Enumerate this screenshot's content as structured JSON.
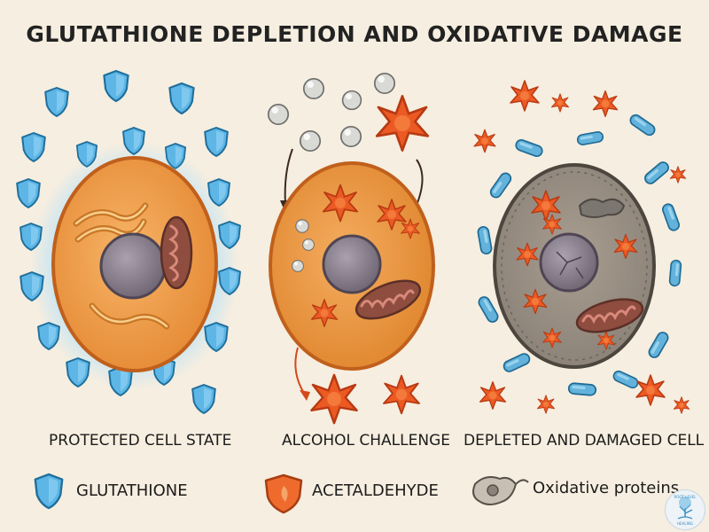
{
  "title": "GLUTATHIONE DEPLETION AND OXIDATIVE DAMAGE",
  "panels": [
    {
      "label": "PROTECTED CELL STATE"
    },
    {
      "label": "ALCOHOL CHALLENGE"
    },
    {
      "label": "DEPLETED AND DAMAGED CELL"
    }
  ],
  "legend": [
    {
      "label": "GLUTATHIONE",
      "icon": "blue-shield-icon",
      "color": "#3d9fd3"
    },
    {
      "label": "ACETALDEHYDE",
      "icon": "orange-shield-icon",
      "color": "#e8582a"
    },
    {
      "label": "Oxidative proteins",
      "icon": "damaged-protein-icon",
      "color": "#b9b0a5"
    }
  ],
  "logo": {
    "text_line1": "ROOT LEVEL",
    "text_line2": "HEALING"
  },
  "colors": {
    "background": "#f6eee0",
    "cell_fill": "#f0a24c",
    "cell_border": "#c8651f",
    "nucleus": "#8a7f8c",
    "mitochondria": "#8a4c40",
    "radical": "#e84f20",
    "shield": "#3d9fd3",
    "damaged_cell": "#9d938a"
  }
}
